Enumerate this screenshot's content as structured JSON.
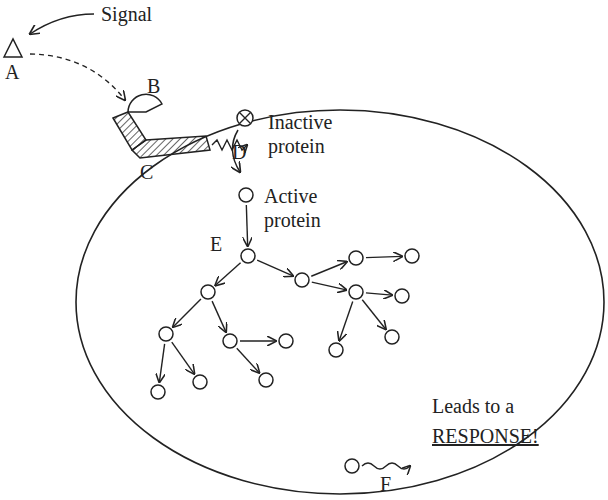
{
  "diagram": {
    "labels": [
      "Signal",
      "A",
      "B",
      "C",
      "D",
      "Inactive protein",
      "Active protein",
      "E",
      "Leads to a",
      "RESPONSE!",
      "F"
    ]
  }
}
